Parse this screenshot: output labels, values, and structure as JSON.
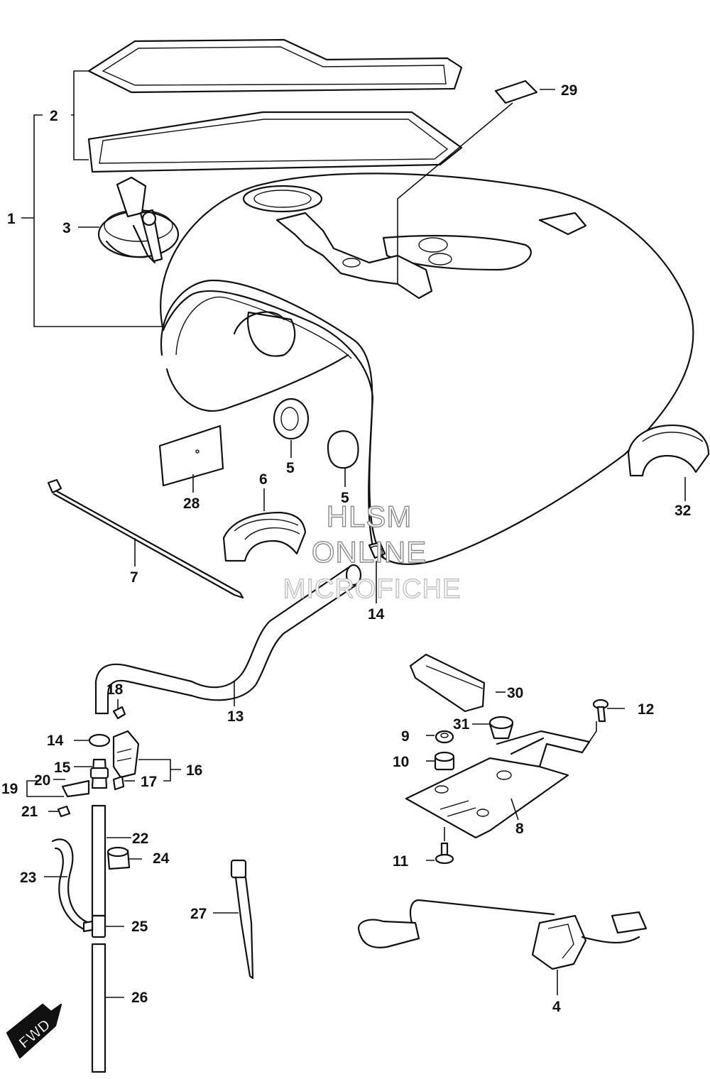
{
  "diagram": {
    "callouts": {
      "c1": "1",
      "c2": "2",
      "c3": "3",
      "c4": "4",
      "c5a": "5",
      "c5b": "5",
      "c6": "6",
      "c7": "7",
      "c8": "8",
      "c9": "9",
      "c10": "10",
      "c11": "11",
      "c12": "12",
      "c13": "13",
      "c14a": "14",
      "c14b": "14",
      "c15": "15",
      "c16": "16",
      "c17": "17",
      "c18": "18",
      "c19": "19",
      "c20": "20",
      "c21": "21",
      "c22": "22",
      "c23": "23",
      "c24": "24",
      "c25": "25",
      "c26": "26",
      "c27": "27",
      "c28": "28",
      "c29": "29",
      "c30": "30",
      "c31": "31",
      "c32": "32"
    },
    "watermark": {
      "line1": "HLSM",
      "line2": "ONLINE",
      "line3": "MICROFICHE"
    },
    "direction_badge": "FWD"
  }
}
